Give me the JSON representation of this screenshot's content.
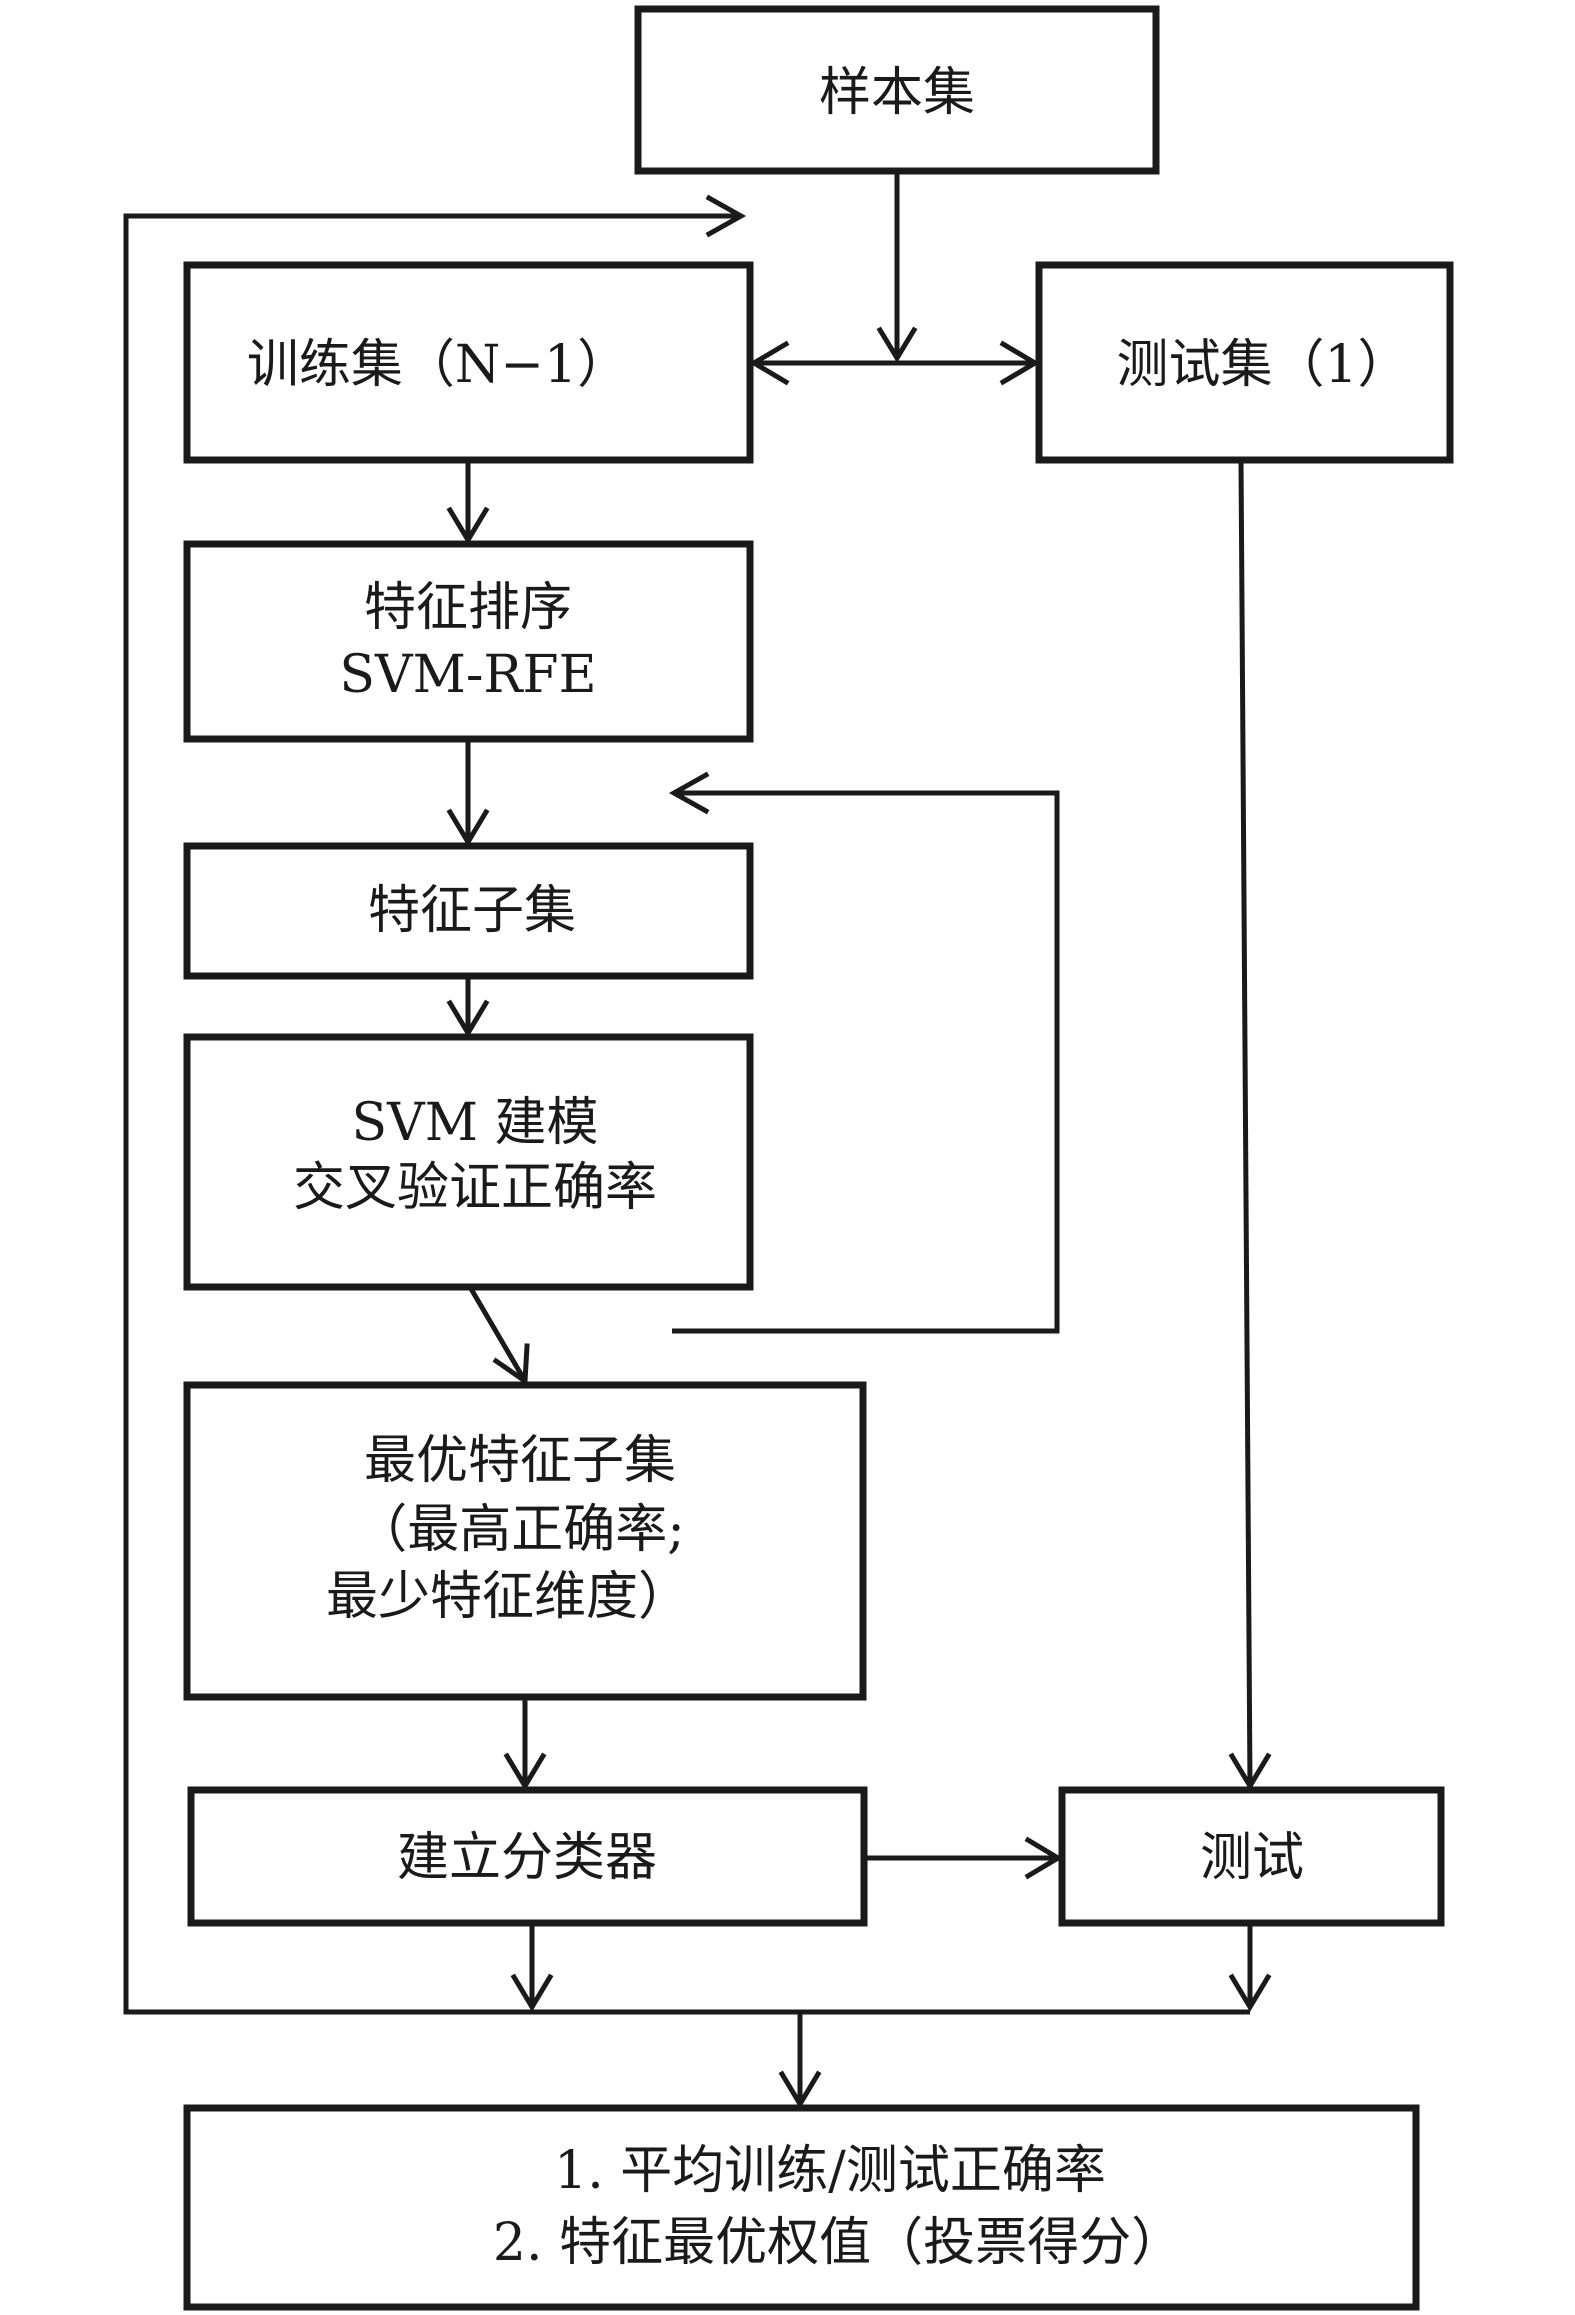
{
  "diagram": {
    "sample_set": "样本集",
    "train_set": "训练集（N−1）",
    "test_set": "测试集（1）",
    "feature_ranking": [
      "特征排序",
      "SVM-RFE"
    ],
    "feature_subset": "特征子集",
    "svm_model": [
      "SVM 建模",
      "交叉验证正确率"
    ],
    "optimal_subset": [
      "最优特征子集",
      "（最高正确率;",
      "最少特征维度）"
    ],
    "build_classifier": "建立分类器",
    "test": "测试",
    "result": [
      "1. 平均训练/测试正确率",
      "2. 特征最优权值（投票得分）"
    ]
  }
}
